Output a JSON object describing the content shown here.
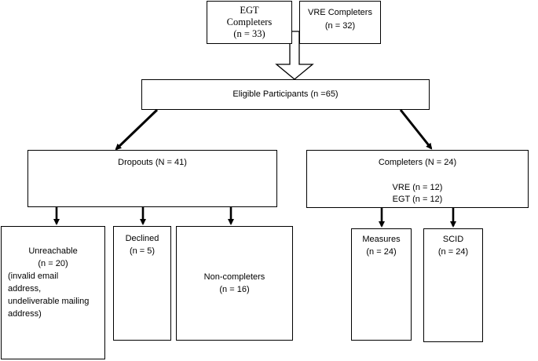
{
  "nodes": {
    "egt_completers": {
      "line1": "EGT",
      "line2": "Completers",
      "line3": "(n = 33)"
    },
    "vre_completers": {
      "line1": "VRE Completers",
      "line2": "(n = 32)"
    },
    "eligible": {
      "label": "Eligible Participants (n =65)"
    },
    "dropouts": {
      "label": "Dropouts (N = 41)"
    },
    "completers": {
      "label": "Completers (N = 24)",
      "vre": "VRE (n = 12)",
      "egt": "EGT (n = 12)"
    },
    "unreachable": {
      "line1": "Unreachable",
      "line2": "(n = 20)",
      "line3": "(invalid email",
      "line4": "address,",
      "line5": "undeliverable mailing",
      "line6": "address)"
    },
    "declined": {
      "line1": "Declined",
      "line2": "(n = 5)"
    },
    "non_completers": {
      "line1": "Non-completers",
      "line2": "(n = 16)"
    },
    "measures": {
      "line1": "Measures",
      "line2": "(n = 24)"
    },
    "scid": {
      "line1": "SCID",
      "line2": "(n = 24)"
    }
  }
}
